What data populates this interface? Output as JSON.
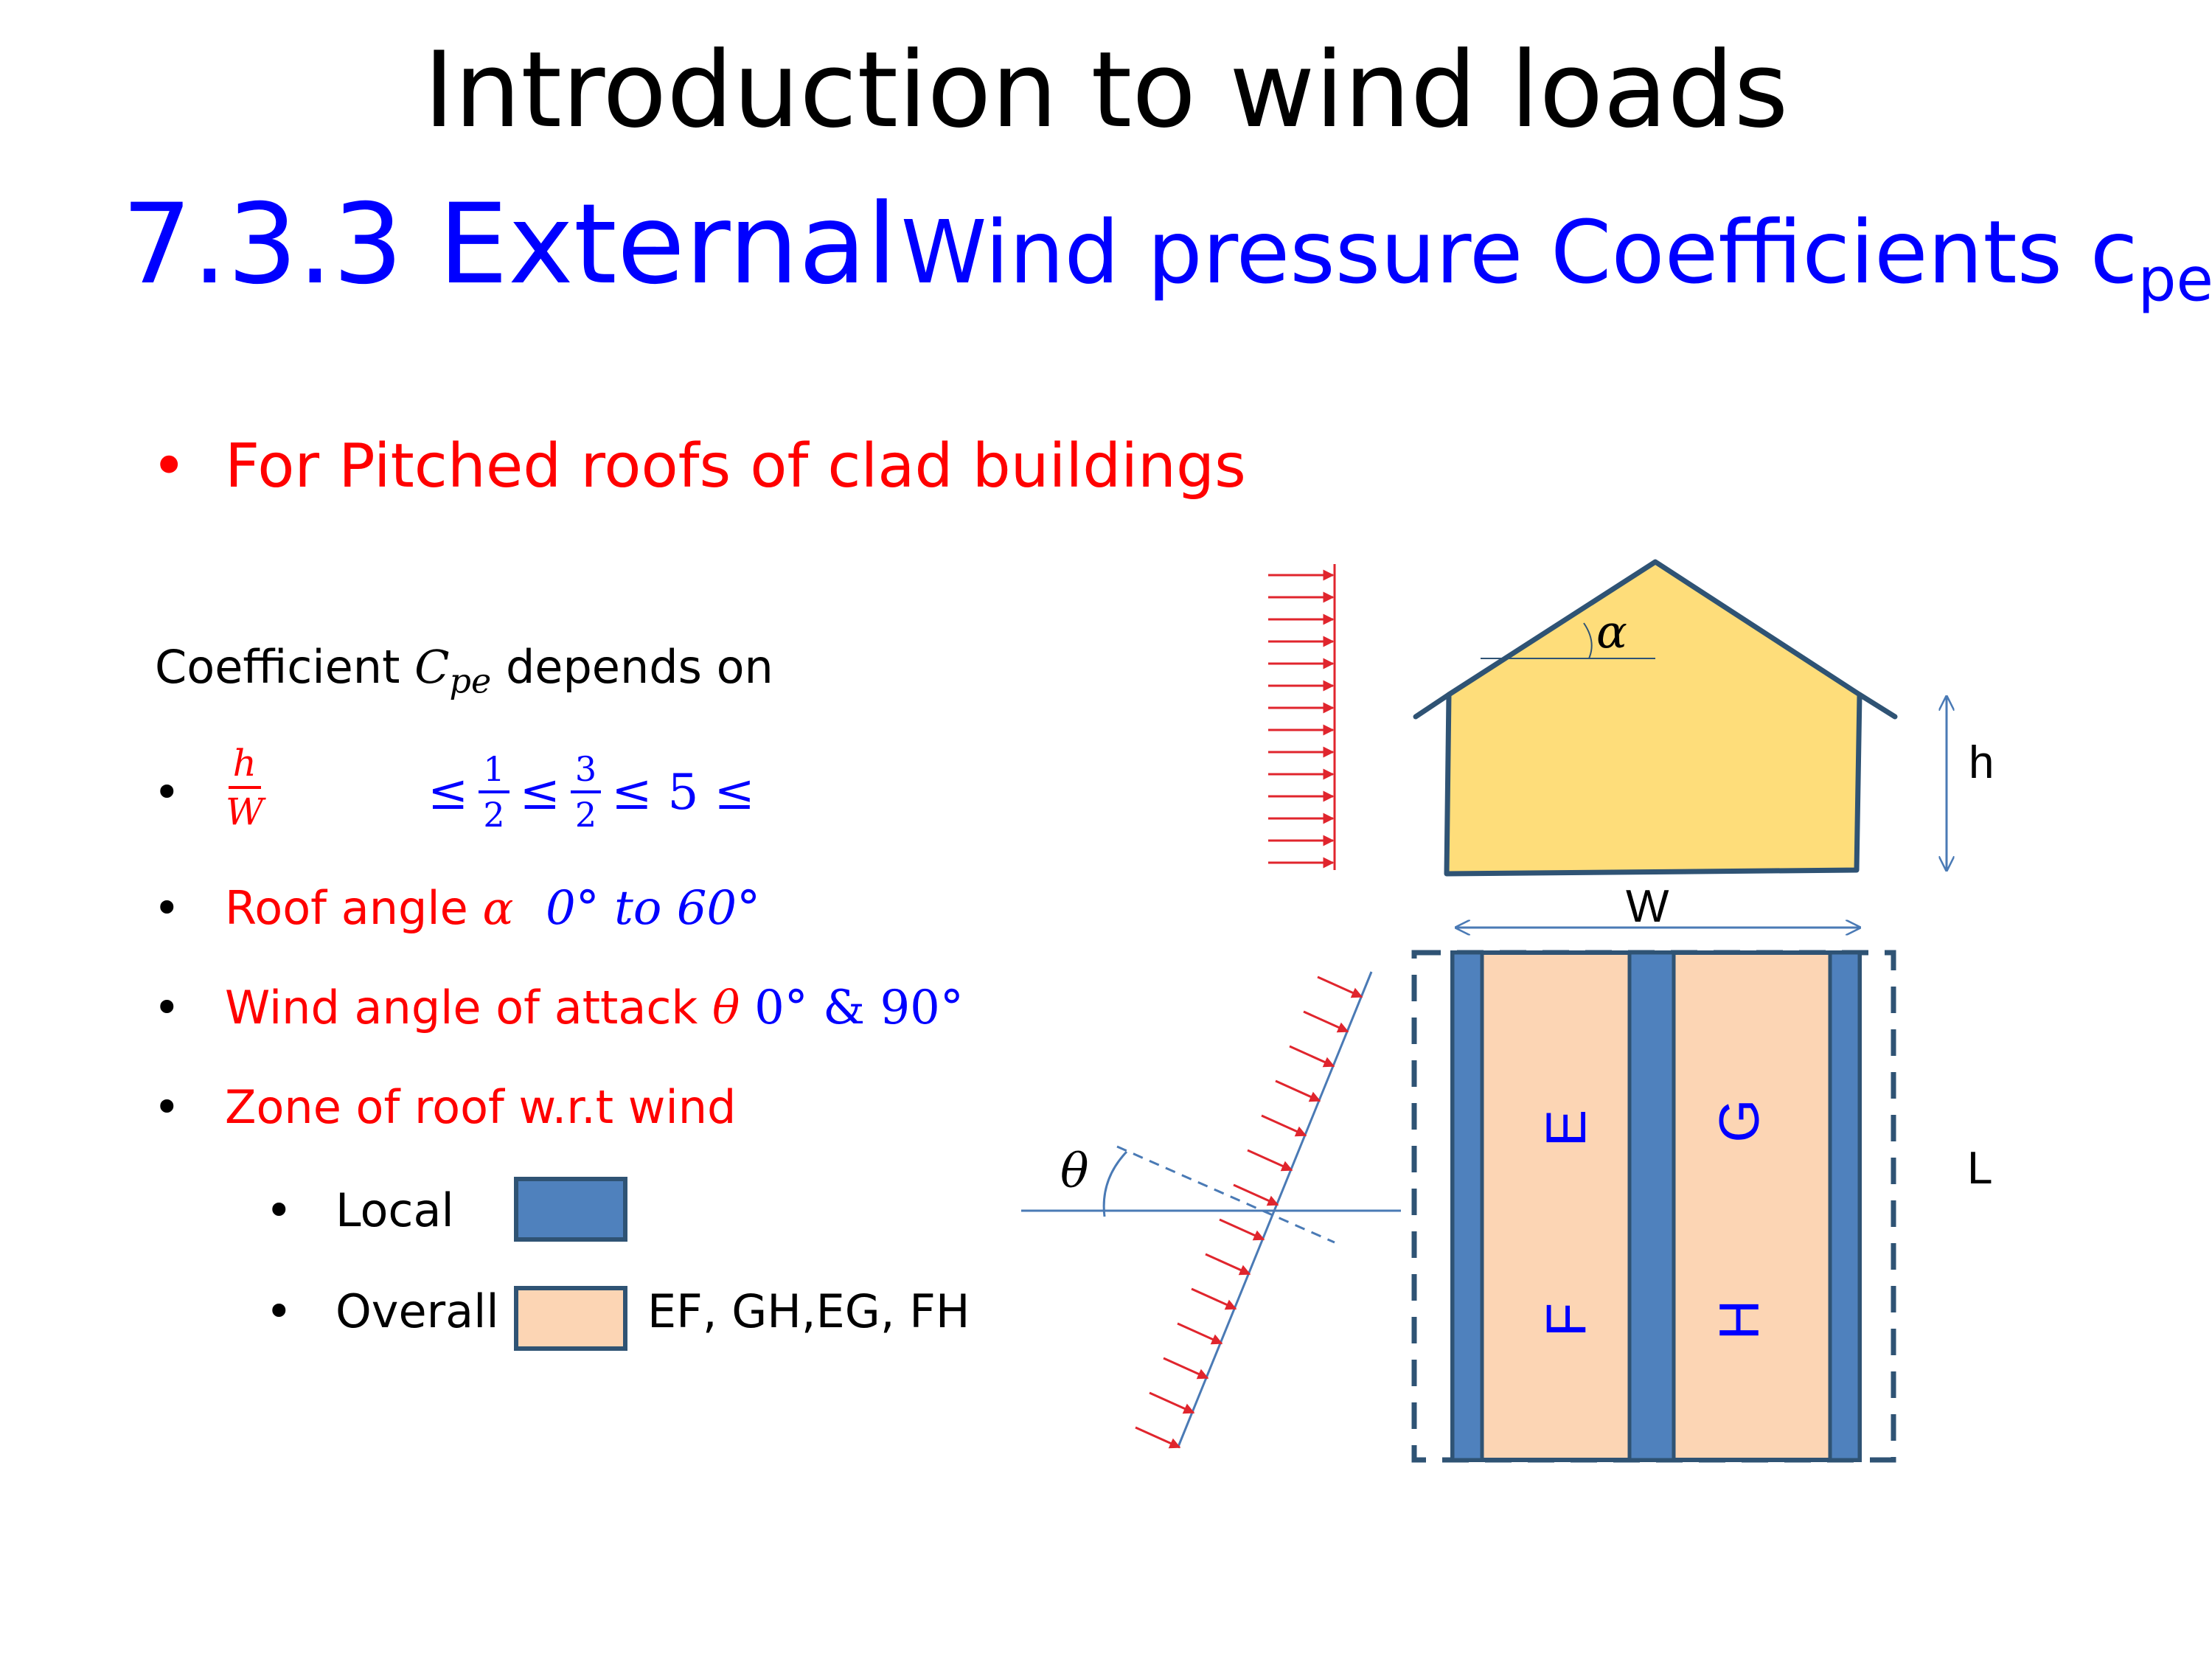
{
  "slide": {
    "title": "Introduction to wind loads",
    "subtitle_number": "7.3.3 External",
    "subtitle_rest": "Wind pressure Coefficients c",
    "subtitle_sub": "pe",
    "main_bullet": "For Pitched roofs of clad buildings"
  },
  "left": {
    "intro_text": "Coefficient",
    "intro_symbol": "C",
    "intro_symbol_sub": "pe",
    "intro_suffix": "depends on",
    "bullets": {
      "ratio_num": "h",
      "ratio_den": "W",
      "ineq_le1": "≤",
      "ineq_half_num": "1",
      "ineq_half_den": "2",
      "ineq_le2": "≤",
      "ineq_three_num": "3",
      "ineq_three_den": "2",
      "ineq_rest": "≤ 5 ≤",
      "roof_label": "Roof angle",
      "roof_symbol": "α",
      "roof_range": "0° to 60°",
      "wind_label": "Wind angle of attack",
      "wind_symbol": "θ",
      "wind_values": "0° & 90°",
      "zone_label": "Zone of roof w.r.t wind",
      "local_label": "Local",
      "overall_label": "Overall",
      "overall_combos": "EF, GH,EG, FH"
    },
    "bullet_char": "•"
  },
  "diagram": {
    "alpha": "α",
    "h": "h",
    "w": "W",
    "l": "L",
    "theta": "θ",
    "zones": {
      "E": "E",
      "F": "F",
      "G": "G",
      "H": "H"
    }
  },
  "colors": {
    "title": "#000000",
    "subtitle": "#0000ff",
    "bullet_red": "#ff0000",
    "math_blue": "#0000ff",
    "local_zone": "#4f81bd",
    "overall_zone": "#fcd5b4",
    "house_fill": "#fedd7a",
    "outline": "#2f5374",
    "arrows": "#e0252d"
  }
}
